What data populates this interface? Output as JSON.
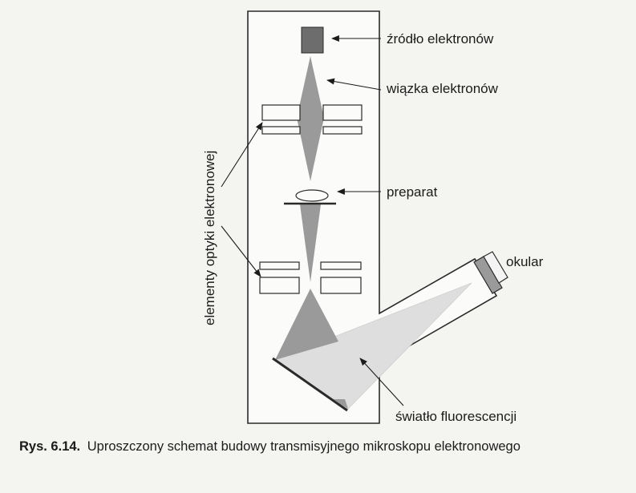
{
  "labels": {
    "source": "źródło elektronów",
    "beam": "wiązka elektronów",
    "specimen": "preparat",
    "optics": "elementy optyki elektronowej",
    "eyepiece": "okular",
    "fluorescence": "światło fluorescencji"
  },
  "caption": {
    "number": "Rys. 6.14.",
    "text": "Uproszczony schemat budowy transmisyjnego mikroskopu elektronowego"
  },
  "colors": {
    "background": "#f4f4f1",
    "outline": "#2a2a2a",
    "beam": "#9a9a9a",
    "source": "#6d6d6d",
    "light": "#dedede"
  }
}
